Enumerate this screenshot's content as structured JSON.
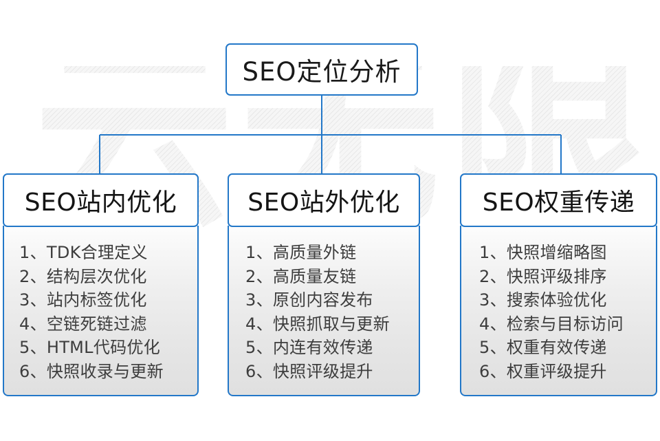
{
  "diagram": {
    "watermark_text": "云无限",
    "accent_color": "#2277c8",
    "text_color": "#1a1a1a",
    "body_text_color": "#3d3d3d",
    "root": {
      "title": "SEO定位分析"
    },
    "columns": [
      {
        "header": "SEO站内优化",
        "items": [
          "1、TDK合理定义",
          "2、结构层次优化",
          "3、站内标签优化",
          "4、空链死链过滤",
          "5、HTML代码优化",
          "6、快照收录与更新"
        ]
      },
      {
        "header": "SEO站外优化",
        "items": [
          "1、高质量外链",
          "2、高质量友链",
          "3、原创内容发布",
          "4、快照抓取与更新",
          "5、内连有效传递",
          "6、快照评级提升"
        ]
      },
      {
        "header": "SEO权重传递",
        "items": [
          "1、快照增缩略图",
          "2、快照评级排序",
          "3、搜索体验优化",
          "4、检索与目标访问",
          "5、权重有效传递",
          "6、权重评级提升"
        ]
      }
    ]
  }
}
